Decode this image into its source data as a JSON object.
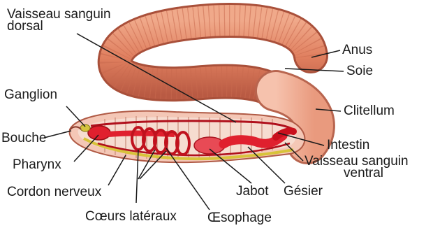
{
  "labels": {
    "vaisseau_dorsal": [
      "Vaisseau sanguin",
      "dorsal"
    ],
    "anus": "Anus",
    "soie": "Soie",
    "ganglion": "Ganglion",
    "clitellum": "Clitellum",
    "bouche": "Bouche",
    "intestin": "Intestin",
    "pharynx": "Pharynx",
    "vaisseau_ventral": [
      "Vaisseau sanguin",
      "ventral"
    ],
    "cordon_nerveux": "Cordon nerveux",
    "jabot": "Jabot",
    "gesier": "Gésier",
    "coeurs_lateraux": "Cœurs latéraux",
    "oesophage": "Œsophage"
  },
  "colors": {
    "worm_skin": "#e58a6a",
    "worm_shade": "#b85a43",
    "clitellum": "#f2b49c",
    "organs_red": "#e0202e",
    "vessel_dark": "#b0101c",
    "nerve_cord": "#d8c33a"
  }
}
